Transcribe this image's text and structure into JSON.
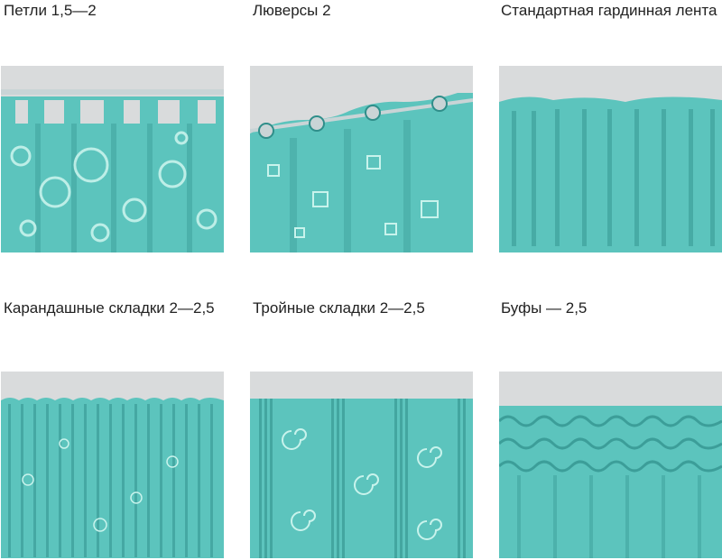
{
  "palette": {
    "fabric": "#5cc4bd",
    "fabric_light": "#8fe0d6",
    "fabric_dark": "#2f8e8a",
    "wall": "#d9dbdc",
    "rod": "#c9d4d6",
    "pattern": "#c8f3ec"
  },
  "types": [
    {
      "id": "loops",
      "caption": "Петли 1,5—2"
    },
    {
      "id": "grommets",
      "caption": "Люверсы 2"
    },
    {
      "id": "standard-tape",
      "caption": "Стандартная гардинная лента"
    },
    {
      "id": "pencil-pleats",
      "caption": "Карандашные складки 2—2,5"
    },
    {
      "id": "triple-pleats",
      "caption": "Тройные складки 2—2,5"
    },
    {
      "id": "smocked",
      "caption": "Буфы — 2,5"
    }
  ]
}
